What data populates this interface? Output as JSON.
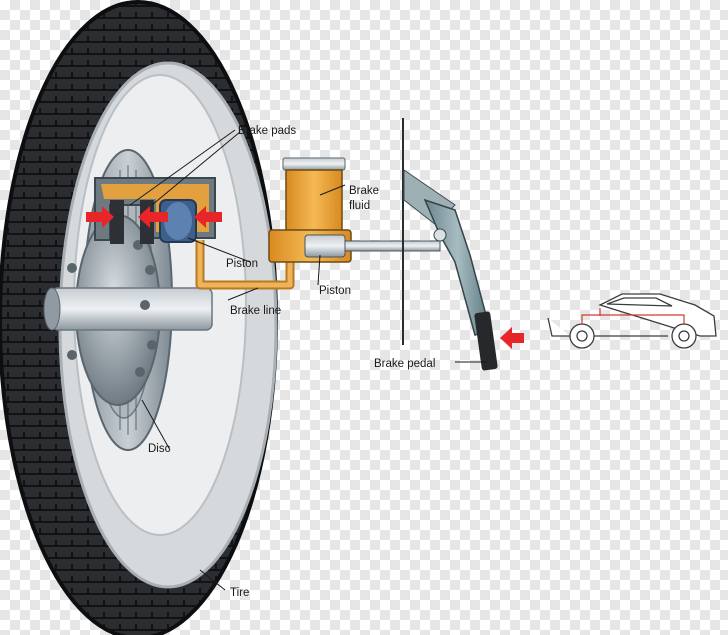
{
  "labels": {
    "brake_pads": "Brake pads",
    "brake_fluid_line1": "Brake",
    "brake_fluid_line2": "fluid",
    "piston_caliper": "Piston",
    "piston_master": "Piston",
    "brake_line": "Brake line",
    "brake_pedal": "Brake pedal",
    "disc": "Disc",
    "tire": "Tire"
  },
  "colors": {
    "tire": "#2b2d30",
    "fluid": "#e9a23a",
    "force_arrow": "#e8262a",
    "metal": "#9ba6ae",
    "pedal_arm": "#7f9aa1",
    "brake_line_trace": "#d13a34"
  },
  "icons": {
    "force_arrow": "red-arrow",
    "vehicle": "car-outline"
  }
}
